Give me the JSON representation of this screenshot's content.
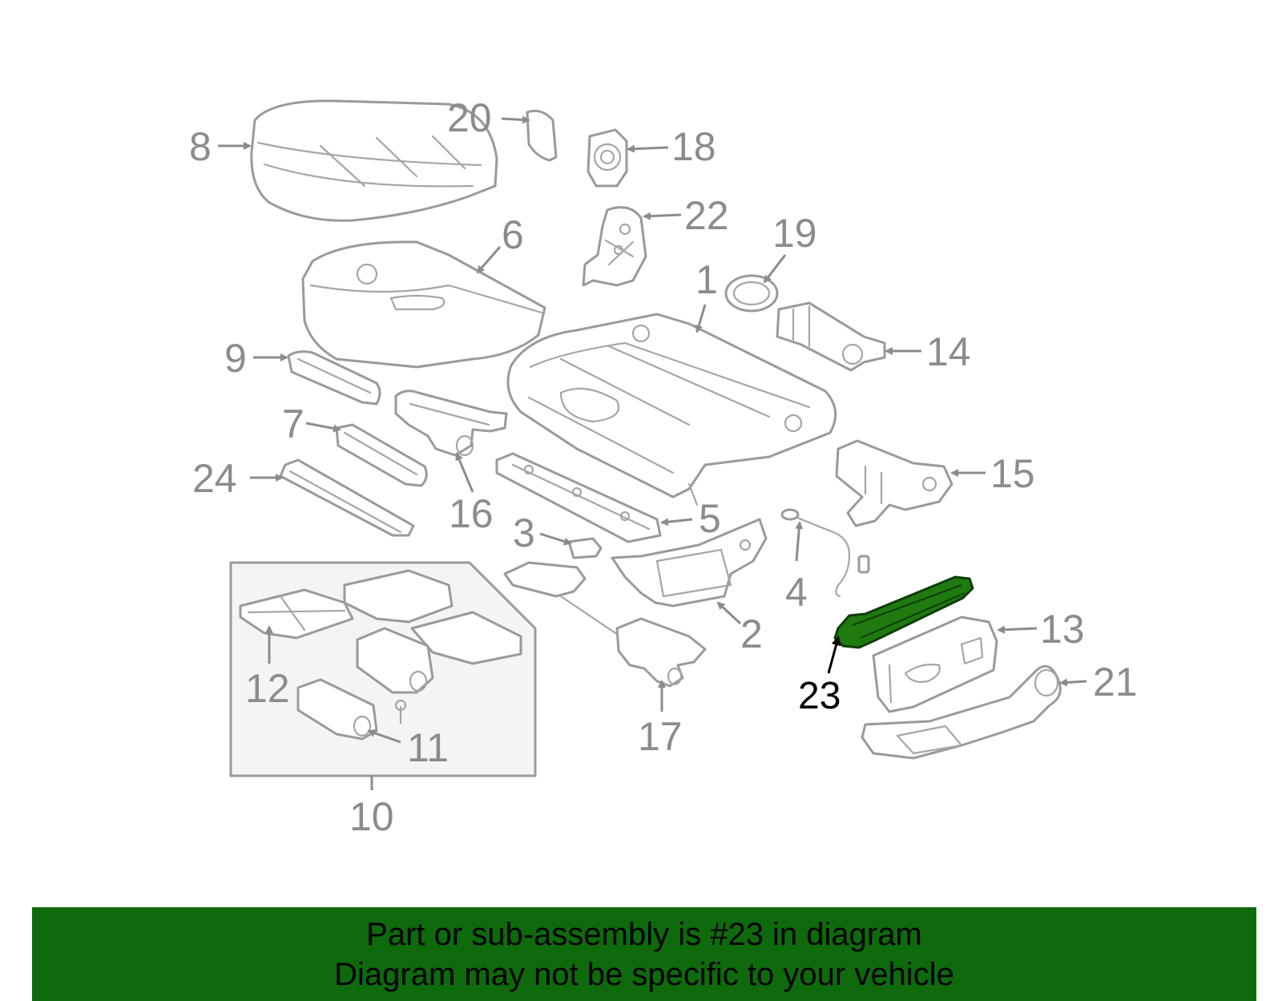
{
  "callouts": {
    "c1": "1",
    "c2": "2",
    "c3": "3",
    "c4": "4",
    "c5": "5",
    "c6": "6",
    "c7": "7",
    "c8": "8",
    "c9": "9",
    "c10": "10",
    "c11": "11",
    "c12": "12",
    "c13": "13",
    "c14": "14",
    "c15": "15",
    "c16": "16",
    "c17": "17",
    "c18": "18",
    "c19": "19",
    "c20": "20",
    "c21": "21",
    "c22": "22",
    "c23": "23",
    "c24": "24"
  },
  "highlighted_part": "23",
  "banner": {
    "line1": "Part or sub-assembly is #23 in diagram",
    "line2": "Diagram may not be specific to your vehicle"
  },
  "colors": {
    "banner": "#0e6a0c",
    "highlight": "#1f7a10",
    "line_art": "#9a9a9a"
  }
}
